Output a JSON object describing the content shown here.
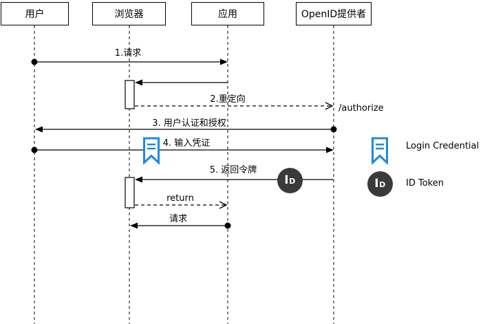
{
  "diagram": {
    "type": "sequence-diagram",
    "actors": [
      {
        "id": "user",
        "label": "用户"
      },
      {
        "id": "browser",
        "label": "浏览器"
      },
      {
        "id": "app",
        "label": "应用"
      },
      {
        "id": "openid-provider",
        "label": "OpenID提供者"
      }
    ],
    "messages": [
      {
        "seq": 1,
        "label": "1.请求",
        "from": "用户",
        "to": "应用",
        "style": "solid"
      },
      {
        "seq": 2,
        "label": "",
        "from": "应用",
        "to": "浏览器",
        "style": "solid"
      },
      {
        "seq": 3,
        "label": "2.重定向",
        "from": "浏览器",
        "to": "OpenID提供者",
        "style": "dashed",
        "endpoint": "/authorize"
      },
      {
        "seq": 4,
        "label": "3. 用户认证和授权",
        "from": "OpenID提供者",
        "to": "用户",
        "style": "solid"
      },
      {
        "seq": 5,
        "label": "4. 输入凭证",
        "from": "用户",
        "to": "OpenID提供者",
        "style": "solid",
        "attachment": "Login Credential"
      },
      {
        "seq": 6,
        "label": "5. 返回令牌",
        "from": "OpenID提供者",
        "to": "浏览器",
        "style": "solid",
        "attachment": "ID Token"
      },
      {
        "seq": 7,
        "label": "return",
        "from": "浏览器",
        "to": "应用",
        "style": "dashed"
      },
      {
        "seq": 8,
        "label": "请求",
        "from": "应用",
        "to": "浏览器",
        "style": "solid"
      }
    ]
  },
  "legend": {
    "items": [
      {
        "icon": "login-credential-bookmark-icon",
        "label": "Login Credential"
      },
      {
        "icon": "id-token-icon",
        "label": "ID Token"
      }
    ]
  },
  "badges": {
    "id_token_text": "ID"
  },
  "colors": {
    "accent_blue": "#1E88E5",
    "badge_background": "#3A3A3A",
    "line": "#000000",
    "background": "#FFFFFF"
  }
}
